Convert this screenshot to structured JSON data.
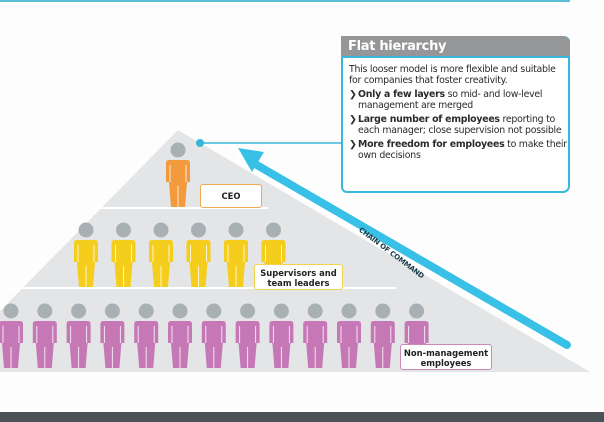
{
  "infobox": {
    "title": "Flat hierarchy",
    "intro": "This looser model is more flexible and suitable for companies that foster creativity.",
    "bullets": [
      {
        "bold": "Only a few layers",
        "rest": " so mid- and low-level management are merged"
      },
      {
        "bold": "Large number of employees",
        "rest": " reporting to each manager; close supervision not possible"
      },
      {
        "bold": "More freedom for employees",
        "rest": " to make their own decisions"
      }
    ],
    "bullet_glyph": "❯"
  },
  "levels": [
    {
      "label": "CEO",
      "count": 1,
      "color": "#f39a3c"
    },
    {
      "label": "Supervisors and team leaders",
      "label_lines": [
        "Supervisors and",
        "team leaders"
      ],
      "count": 6,
      "color": "#f5cd1c"
    },
    {
      "label": "Non-management employees",
      "label_lines": [
        "Non-management",
        "employees"
      ],
      "count": 13,
      "color": "#c678b6"
    }
  ],
  "arrow_label": "CHAIN OF COMMAND",
  "colors": {
    "accent": "#39b6dc",
    "pyramid": "#e3e5e6",
    "head": "#a9b0b3",
    "header_gray": "#959698",
    "bottom_bar": "#4a5255"
  }
}
